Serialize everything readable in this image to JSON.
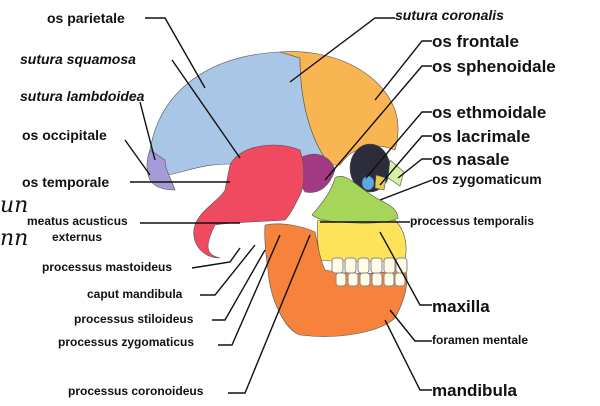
{
  "labels": {
    "os_parietale": "os parietale",
    "sutura_squamosa": "sutura squamosa",
    "sutura_lambdoidea": "sutura lambdoidea",
    "os_occipitale": "os occipitale",
    "os_temporale": "os temporale",
    "meatus_1": "meatus acusticus",
    "meatus_2": "externus",
    "processus_mastoideus": "processus mastoideus",
    "caput_mandibula": "caput mandibula",
    "processus_stiloideus": "processus stiloideus",
    "processus_zygomaticus": "processus zygomaticus",
    "processus_coronoideus": "processus coronoideus",
    "sutura_coronalis": "sutura coronalis",
    "os_frontale": "os frontale",
    "os_sphenoidale": "os sphenoidale",
    "os_ethmoidale": "os ethmoidale",
    "os_lacrimale": "os lacrimale",
    "os_nasale": "os nasale",
    "os_zygomaticum": "os zygomaticum",
    "processus_temporalis": "processus temporalis",
    "maxilla": "maxilla",
    "foramen_mentale": "foramen mentale",
    "mandibula": "mandibula"
  },
  "handwriting": {
    "line1": "un",
    "line2": "nn"
  },
  "colors": {
    "parietal": "#a9c6e6",
    "frontal": "#f8b551",
    "temporal": "#f04a60",
    "sphenoid": "#a13a83",
    "occipital": "#a69ad8",
    "zygomatic": "#a5d65a",
    "maxilla": "#fde35a",
    "mandible": "#f7823b",
    "teeth": "#fffbe6",
    "orbit": "#2c2c3a",
    "ethmoid": "#5aa9e6",
    "lacrimal": "#e6c84d",
    "nasal": "#d7f0a4"
  }
}
